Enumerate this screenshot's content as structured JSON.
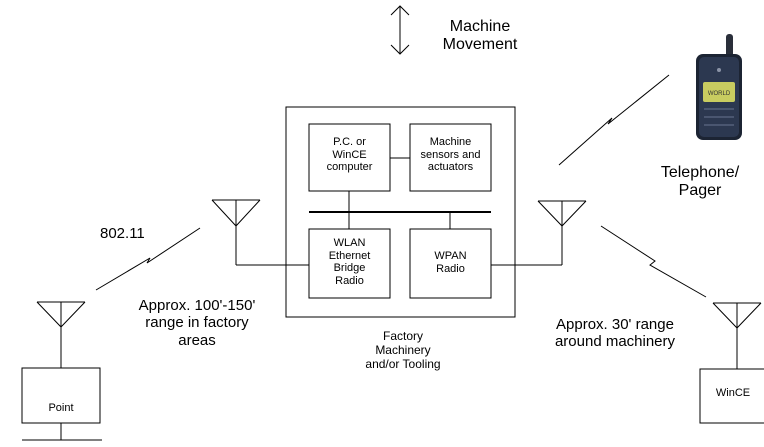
{
  "labels": {
    "movement": "Machine\nMovement",
    "pc": "P.C. or\nWinCE\ncomputer",
    "sensors": "Machine\nsensors and\nactuators",
    "wlan": "WLAN\nEthernet\nBridge\nRadio",
    "wpan": "WPAN\nRadio",
    "telephone": "Telephone/\nPager",
    "std": "802.11",
    "left_range": "Approx. 100'-150'\nrange in factory\nareas",
    "right_range": "Approx. 30' range\naround machinery",
    "factory": "Factory\nMachinery\nand/or Tooling",
    "point": "Point",
    "wince": "WinCE",
    "phone_screen": "WORLD"
  },
  "icons": {
    "movement": "double-arrow-vertical-icon",
    "antenna": "antenna-icon",
    "link": "wireless-zigzag-icon",
    "phone": "mobile-phone-icon"
  },
  "colors": {
    "stroke": "#000000",
    "background": "#ffffff",
    "phone_body": "#1c2433",
    "phone_screen": "#c8cc60"
  }
}
